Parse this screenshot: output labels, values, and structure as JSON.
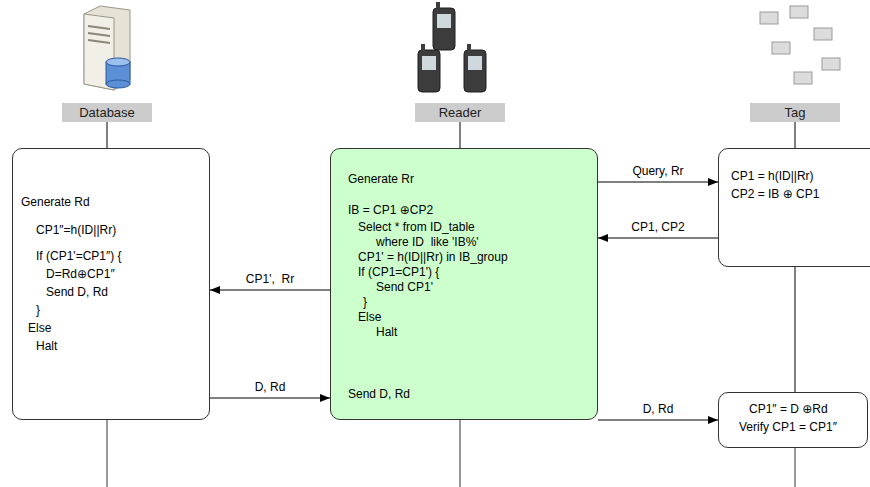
{
  "diagram": {
    "nodes": [
      {
        "text": [
          "Database"
        ]
      },
      {
        "text": [
          "Reader"
        ]
      },
      {
        "text": [
          "Tag"
        ]
      },
      {
        "text": [
          "Generate Rd",
          "CP1″=h(ID||Rr)",
          "If (CP1'=CP1″) {",
          "D=Rd⊕CP1″",
          "Send D, Rd",
          "}",
          "Else",
          "Halt"
        ]
      },
      {
        "text": [
          "Generate Rr",
          "IB = CP1 ⊕CP2",
          "Select * from ID_table",
          "where ID  like 'IB%'",
          "CP1' = h(ID||Rr) in IB_group",
          "If (CP1=CP1') {",
          "Send CP1'",
          "}",
          "Else",
          "Halt",
          "Send D, Rd"
        ]
      },
      {
        "text": [
          "CP1 = h(ID||Rr)",
          "CP2 = IB ⊕ CP1"
        ]
      },
      {
        "text": [
          "CP1″ = D ⊕Rd",
          "Verify CP1 = CP1″"
        ]
      }
    ],
    "edges": [
      {
        "from": 0,
        "to": 3,
        "arrow": "none"
      },
      {
        "from": 1,
        "to": 4,
        "arrow": "none"
      },
      {
        "from": 2,
        "to": 5,
        "arrow": "none"
      },
      {
        "from": 5,
        "to": 6,
        "arrow": "none"
      },
      {
        "from": 4,
        "to": 5,
        "label": "Query, Rr",
        "arrow": "to"
      },
      {
        "from": 5,
        "to": 4,
        "label": "CP1, CP2",
        "arrow": "to"
      },
      {
        "from": 4,
        "to": 3,
        "label": "CP1',  Rr",
        "arrow": "to"
      },
      {
        "from": 3,
        "to": 4,
        "label": "D, Rd",
        "arrow": "to"
      },
      {
        "from": 4,
        "to": 6,
        "label": "D, Rd",
        "arrow": "to"
      }
    ]
  }
}
